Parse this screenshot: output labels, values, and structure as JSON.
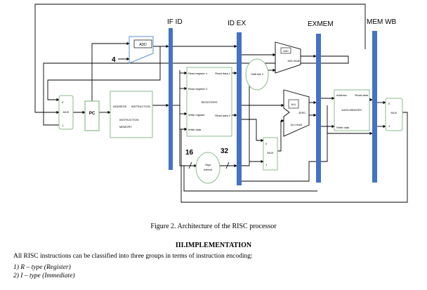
{
  "diagram": {
    "stage_labels": {
      "if_id": "IF ID",
      "id_ex": "ID EX",
      "ex_mem": "EXMEM",
      "mem_wb": "MEM WB"
    },
    "add_label": "ADD",
    "const_four": "4",
    "mux1": {
      "top": "0",
      "label": "MUX",
      "bottom": "1"
    },
    "pc_label": "PC",
    "instruction_memory": {
      "address": "ADDRESS",
      "instruction": "INSTRUCTION",
      "line1": "INSTRUCTION",
      "line2": "MEMORY"
    },
    "registers": {
      "read_register_1": "Read register 1",
      "read_register_2": "Read register 2",
      "write_register": "Write register",
      "write_data": "Write data",
      "read_data_1": "Read data 1",
      "read_data_2": "Read data 2",
      "title": "REGISTERS"
    },
    "shift_left": "Shift left 2",
    "add_result": {
      "top": "ADD",
      "bottom": "ADD result"
    },
    "mux2": {
      "top": "0",
      "label": "MUX",
      "bottom": "1"
    },
    "alu": {
      "zero": "ZERO",
      "top": "ALU",
      "result": "ALU result"
    },
    "data_memory": {
      "address": "Address",
      "read_data": "Read data",
      "title": "DATA MEMORY",
      "write_data": "Write data"
    },
    "mux3": {
      "top": "0",
      "label": "MUX",
      "bottom": "1"
    },
    "sign_extend": {
      "line1": "Sign",
      "line2": "extend"
    },
    "bits_16": "16",
    "bits_32": "32"
  },
  "caption": "Figure 2. Architecture of the RISC processor",
  "section_heading": "III.IMPLEMENTATION",
  "paragraph": "All RISC instructions can be classified into three groups in terms of instruction encoding:",
  "list_items": [
    "1)  R – type (Register)",
    "2)  I – type (Immediate)"
  ]
}
